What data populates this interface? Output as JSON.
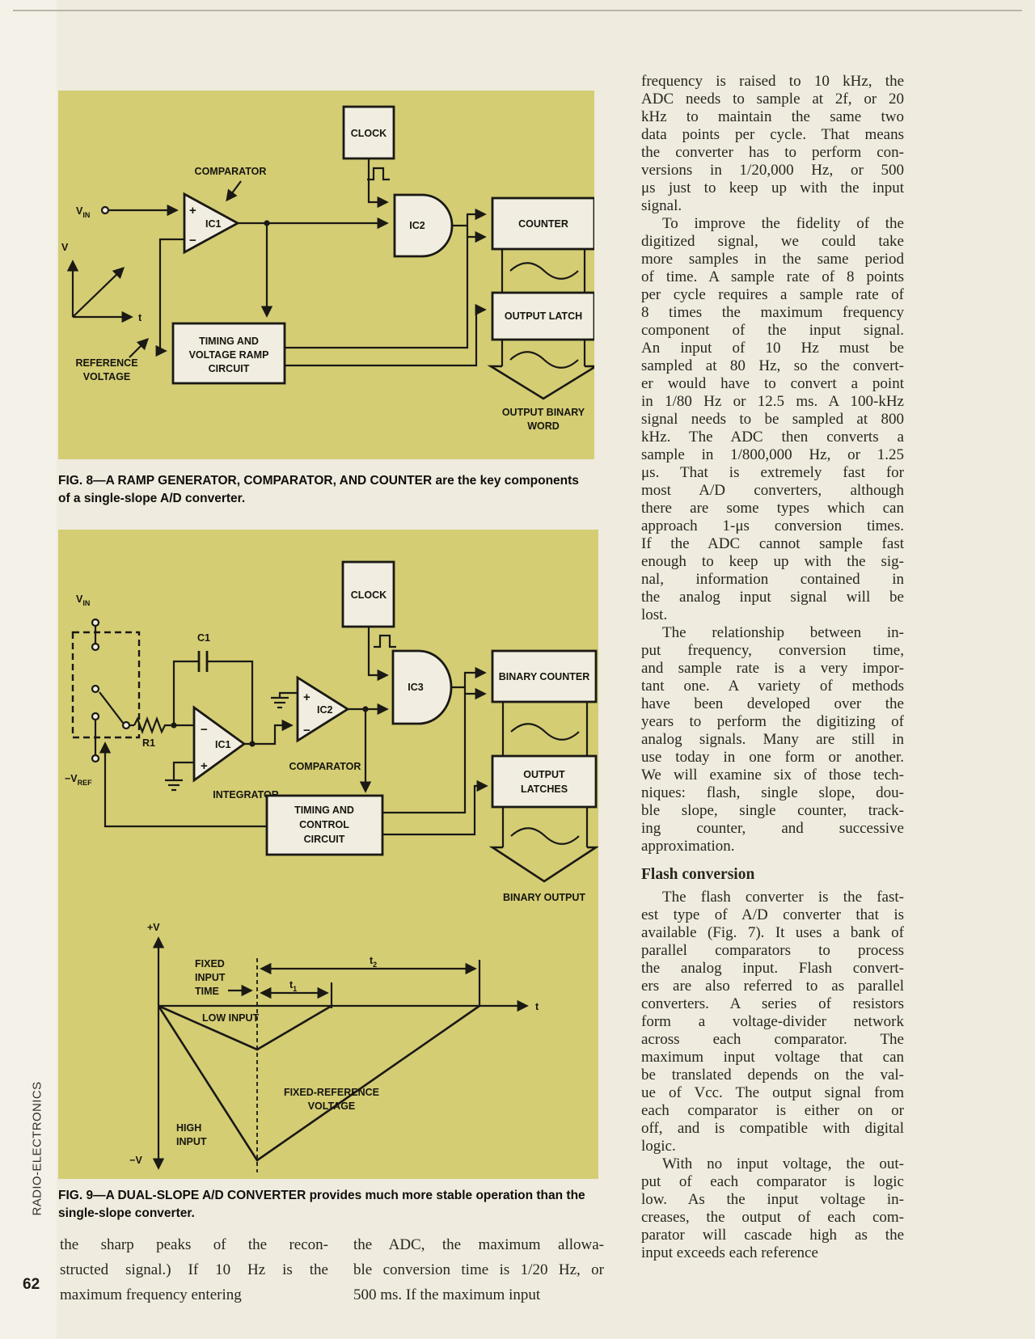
{
  "page": {
    "magazine_spine": "RADIO-ELECTRONICS",
    "page_number": "62"
  },
  "colors": {
    "paper": "#efebdf",
    "diagram_background": "#d4cd74",
    "component_fill": "#f1eee1",
    "ink": "#1a1914",
    "body_text": "#272620"
  },
  "fig8": {
    "clock": "CLOCK",
    "comparator": "COMPARATOR",
    "ic1": "IC1",
    "ic2": "IC2",
    "plus": "+",
    "minus": "−",
    "vin_main": "V",
    "vin_sub": "IN",
    "v_axis": "V",
    "t_axis": "t",
    "ref_line1": "REFERENCE",
    "ref_line2": "VOLTAGE",
    "timing_line1": "TIMING AND",
    "timing_line2": "VOLTAGE RAMP",
    "timing_line3": "CIRCUIT",
    "counter": "COUNTER",
    "output_latch": "OUTPUT LATCH",
    "out_line1": "OUTPUT BINARY",
    "out_line2": "WORD",
    "caption_line1": "FIG. 8—A RAMP GENERATOR, COMPARATOR, AND COUNTER are the key components",
    "caption_line2": "of a single-slope A/D converter."
  },
  "fig9": {
    "vin_main": "V",
    "vin_sub": "IN",
    "vref_main": "−V",
    "vref_sub": "REF",
    "r1": "R1",
    "c1": "C1",
    "ic1": "IC1",
    "ic2": "IC2",
    "ic3": "IC3",
    "plus": "+",
    "minus": "−",
    "integrator": "INTEGRATOR",
    "comparator": "COMPARATOR",
    "clock": "CLOCK",
    "binary_counter": "BINARY COUNTER",
    "latches_line1": "OUTPUT",
    "latches_line2": "LATCHES",
    "timing_line1": "TIMING AND",
    "timing_line2": "CONTROL",
    "timing_line3": "CIRCUIT",
    "binary_output": "BINARY OUTPUT",
    "graph": {
      "plus_v": "+V",
      "minus_v": "−V",
      "t": "t",
      "fixed_line1": "FIXED",
      "fixed_line2": "INPUT",
      "fixed_line3": "TIME",
      "t1_main": "t",
      "t1_sub": "1",
      "t2_main": "t",
      "t2_sub": "2",
      "low_input": "LOW INPUT",
      "fixedref_line1": "FIXED-REFERENCE",
      "fixedref_line2": "VOLTAGE",
      "high_line1": "HIGH",
      "high_line2": "INPUT"
    },
    "caption_line1": "FIG. 9—A DUAL-SLOPE A/D CONVERTER provides much more stable operation than the",
    "caption_line2": "single-slope converter."
  },
  "article": {
    "right_column_blocks": [
      {
        "indent": false,
        "lines": [
          "frequency is raised to 10 kHz, the",
          "ADC needs to sample at 2f, or 20",
          "kHz to maintain the same two",
          "data points per cycle. That means",
          "the converter has to perform con-",
          "versions in 1/20,000 Hz, or 500",
          "μs just to keep up with the input",
          "signal."
        ]
      },
      {
        "indent": true,
        "lines": [
          "To improve the fidelity of the",
          "digitized signal, we could take",
          "more samples in the same period",
          "of time. A sample rate of 8 points",
          "per cycle requires a sample rate of",
          "8 times the maximum frequency",
          "component of the input signal.",
          "An input of 10 Hz must be",
          "sampled at 80 Hz, so the convert-",
          "er would have to convert a point",
          "in 1/80 Hz or 12.5 ms. A 100-kHz",
          "signal needs to be sampled at 800",
          "kHz. The ADC then converts a",
          "sample in 1/800,000 Hz, or 1.25",
          "μs. That is extremely fast for",
          "most A/D converters, although",
          "there are some types which can",
          "approach 1-μs conversion times.",
          "If the ADC cannot sample fast",
          "enough to keep up with the sig-",
          "nal, information contained in",
          "the analog input signal will be",
          "lost."
        ]
      },
      {
        "indent": true,
        "lines": [
          "The relationship between in-",
          "put frequency, conversion time,",
          "and sample rate is a very impor-",
          "tant one. A variety of methods",
          "have been developed over the",
          "years to perform the digitizing of",
          "analog signals. Many are still in",
          "use today in one form or another.",
          "We will examine six of those tech-",
          "niques: flash, single slope, dou-",
          "ble slope, single counter, track-",
          "ing counter, and successive",
          "approximation."
        ]
      },
      {
        "heading": "Flash conversion"
      },
      {
        "indent": true,
        "lines": [
          "The flash converter is the fast-",
          "est type of A/D converter that is",
          "available (Fig. 7). It uses a bank of",
          "parallel comparators to process",
          "the analog input. Flash convert-",
          "ers are also referred to as parallel",
          "converters. A series of resistors",
          "form a voltage-divider network",
          "across each comparator. The",
          "maximum input voltage that can",
          "be translated depends on the val-",
          "ue of Vcc. The output signal from",
          "each comparator is either on or",
          "off, and is compatible with digital",
          "logic."
        ]
      },
      {
        "indent": true,
        "lines": [
          "With no input voltage, the out-",
          "put of each comparator is logic",
          "low. As the input voltage in-",
          "creases, the output of each com-",
          "parator will cascade high as the",
          "input exceeds each reference"
        ]
      }
    ],
    "bottom_left_blocks": [
      {
        "indent": false,
        "lines": [
          "the sharp peaks of the recon-",
          "structed signal.) If 10 Hz is the",
          "maximum frequency entering"
        ]
      }
    ],
    "bottom_right_blocks": [
      {
        "indent": false,
        "lines": [
          "the ADC, the maximum allowa-",
          "ble conversion time is 1/20 Hz, or",
          "500 ms. If the maximum input"
        ]
      }
    ]
  }
}
